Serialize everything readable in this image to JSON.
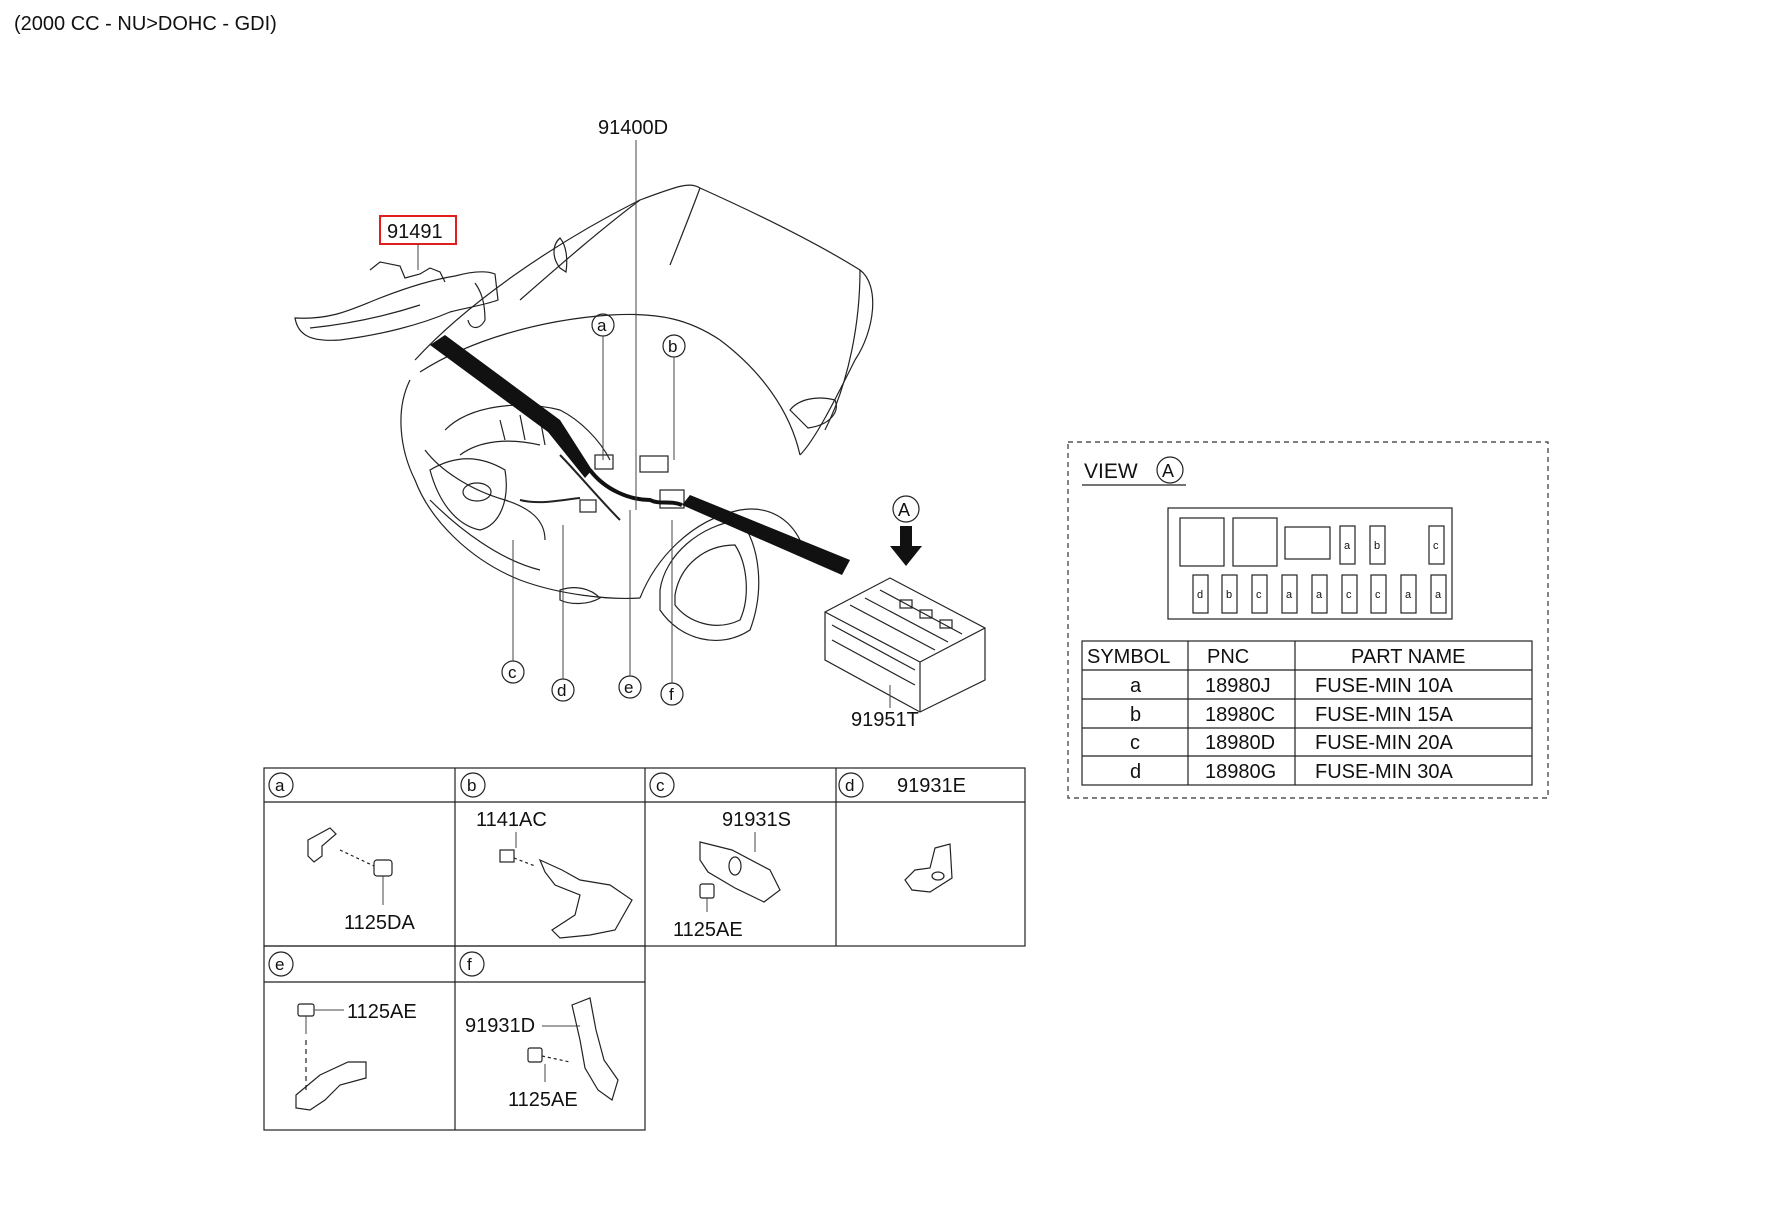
{
  "header": {
    "engine_text": "(2000 CC - NU>DOHC - GDI)"
  },
  "main_parts": {
    "harness_main": "91400D",
    "protector": "91491",
    "junction_box": "91951T",
    "view_marker": "A"
  },
  "callouts": [
    "a",
    "b",
    "c",
    "d",
    "e",
    "f"
  ],
  "view_panel": {
    "view_word": "VIEW",
    "view_letter": "A",
    "fuse_top_row": [
      "a",
      "b",
      "c"
    ],
    "fuse_bottom_row": [
      "d",
      "b",
      "c",
      "a",
      "a",
      "c",
      "c",
      "a",
      "a"
    ],
    "table": {
      "headers": [
        "SYMBOL",
        "PNC",
        "PART NAME"
      ],
      "rows": [
        {
          "symbol": "a",
          "pnc": "18980J",
          "name": "FUSE-MIN 10A"
        },
        {
          "symbol": "b",
          "pnc": "18980C",
          "name": "FUSE-MIN 15A"
        },
        {
          "symbol": "c",
          "pnc": "18980D",
          "name": "FUSE-MIN 20A"
        },
        {
          "symbol": "d",
          "pnc": "18980G",
          "name": "FUSE-MIN 30A"
        }
      ]
    }
  },
  "detail_grid": {
    "a": {
      "letter": "a",
      "parts": [
        "1125DA"
      ]
    },
    "b": {
      "letter": "b",
      "parts": [
        "1141AC"
      ]
    },
    "c": {
      "letter": "c",
      "parts": [
        "91931S",
        "1125AE"
      ]
    },
    "d": {
      "letter": "d",
      "header_part": "91931E"
    },
    "e": {
      "letter": "e",
      "parts": [
        "1125AE"
      ]
    },
    "f": {
      "letter": "f",
      "parts": [
        "91931D",
        "1125AE"
      ]
    }
  },
  "colors": {
    "highlight_box": "#e01e1e",
    "line": "#222222",
    "harness_band": "#111111"
  }
}
